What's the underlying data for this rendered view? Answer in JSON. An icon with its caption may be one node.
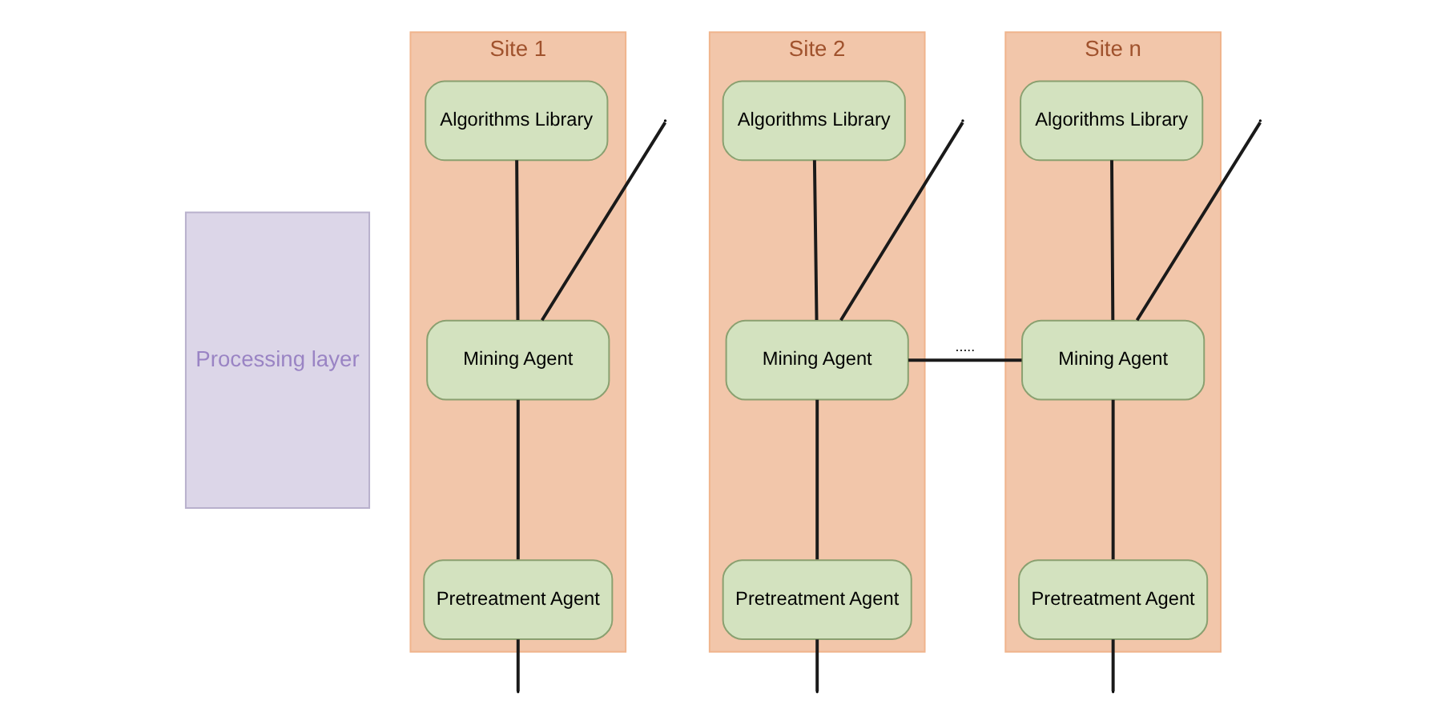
{
  "diagram": {
    "nodes": [
      {
        "text": [
          "Processing layer"
        ]
      },
      {
        "text": [
          "Site 1"
        ]
      },
      {
        "text": [
          "Algorithms Library"
        ],
        "in": 1
      },
      {
        "text": [
          "Mining Agent"
        ],
        "in": 1
      },
      {
        "text": [
          "Pretreatment Agent"
        ],
        "in": 1
      },
      {
        "text": [
          "Site 2"
        ]
      },
      {
        "text": [
          "Algorithms Library"
        ],
        "in": 5
      },
      {
        "text": [
          "Mining Agent"
        ],
        "in": 5
      },
      {
        "text": [
          "Pretreatment Agent"
        ],
        "in": 5
      },
      {
        "text": [
          "Site n"
        ]
      },
      {
        "text": [
          "Algorithms Library"
        ],
        "in": 9
      },
      {
        "text": [
          "Mining Agent"
        ],
        "in": 9
      },
      {
        "text": [
          "Pretreatment Agent"
        ],
        "in": 9
      }
    ],
    "edges": [
      {
        "from": null,
        "to": 3,
        "arrow": "none"
      },
      {
        "from": 2,
        "to": 3,
        "arrow": "none"
      },
      {
        "from": 3,
        "to": 4,
        "arrow": "none"
      },
      {
        "from": 4,
        "to": null,
        "arrow": "none"
      },
      {
        "from": 6,
        "to": 7,
        "arrow": "none"
      },
      {
        "from": 7,
        "to": 8,
        "arrow": "none"
      },
      {
        "from": 8,
        "to": null,
        "arrow": "none"
      },
      {
        "from": null,
        "to": 7,
        "arrow": "none"
      },
      {
        "from": null,
        "to": 11,
        "arrow": "none"
      },
      {
        "from": 7,
        "to": 11,
        "label": ".....",
        "arrow": "none"
      },
      {
        "from": 10,
        "to": 11,
        "arrow": "none"
      },
      {
        "from": 11,
        "to": 12,
        "arrow": "none"
      },
      {
        "from": 12,
        "to": null,
        "arrow": "none"
      }
    ]
  }
}
